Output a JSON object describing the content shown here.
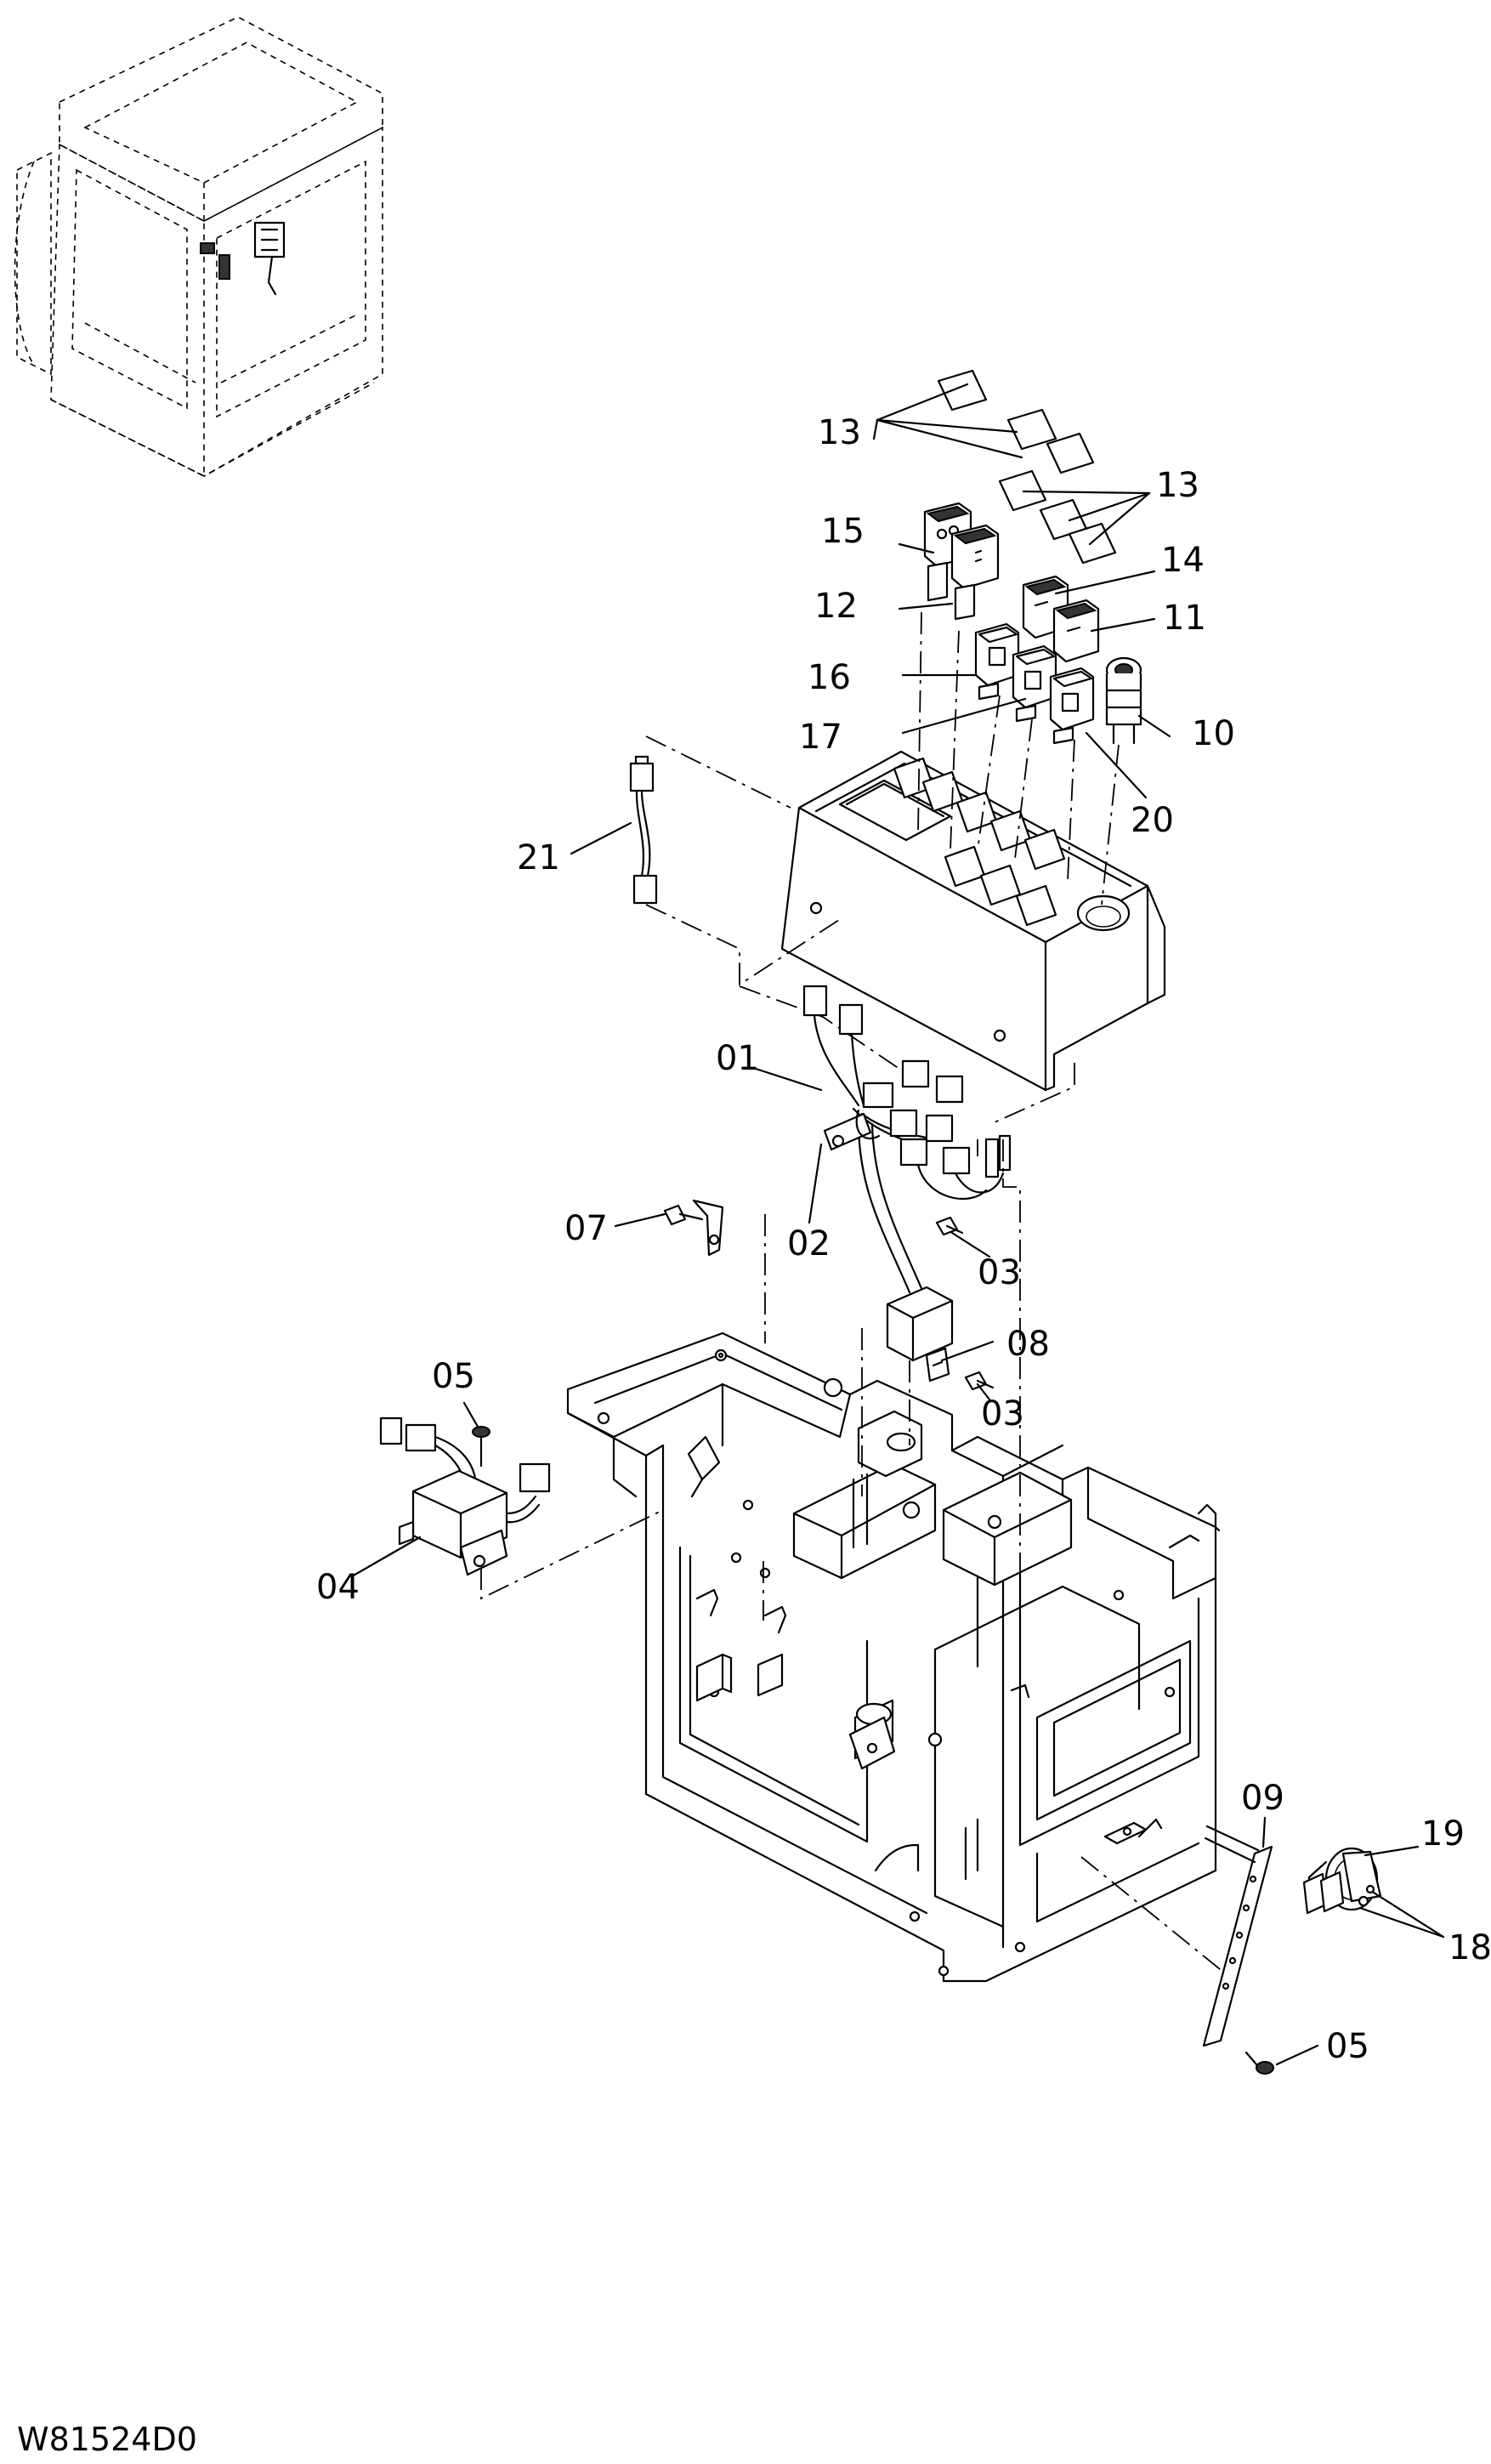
{
  "drawing_number": "W81524D0",
  "callouts": {
    "c01": "01",
    "c02": "02",
    "c03a": "03",
    "c03b": "03",
    "c04": "04",
    "c05a": "05",
    "c05b": "05",
    "c07": "07",
    "c08": "08",
    "c09": "09",
    "c10": "10",
    "c11": "11",
    "c12": "12",
    "c13a": "13",
    "c13b": "13",
    "c14": "14",
    "c15": "15",
    "c16": "16",
    "c17": "17",
    "c18": "18",
    "c19": "19",
    "c20": "20",
    "c21": "21"
  }
}
